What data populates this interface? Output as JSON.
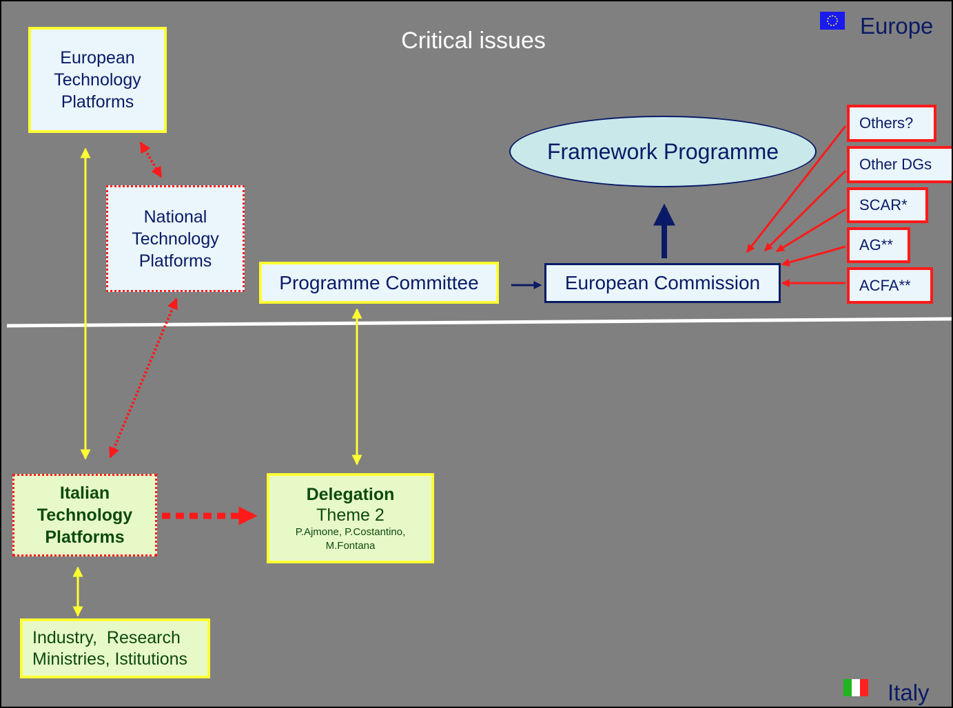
{
  "title": "Critical issues",
  "regions": {
    "europe": "Europe",
    "italy": "Italy"
  },
  "boxes": {
    "etp": "European Technology Platforms",
    "ntp": "National Technology Platforms",
    "framework": "Framework Programme",
    "programme_committee": "Programme Committee",
    "commission": "European Commission",
    "itp": "Italian Technology Platforms",
    "delegation": {
      "title": "Delegation",
      "theme": "Theme 2",
      "members": "P.Ajmone, P.Costantino, M.Fontana"
    },
    "industry": "Industry,  Research Ministries, Istitutions"
  },
  "advisory": [
    "Others?",
    "Other DGs",
    "SCAR*",
    "AG**",
    "ACFA**"
  ],
  "colors": {
    "background": "#808080",
    "yellow": "#ffff33",
    "red": "#ff1a1a",
    "navy": "#0a1a66",
    "divider": "#ffffff"
  },
  "icons": {
    "europe": "eu-flag-icon",
    "italy": "italy-flag-icon"
  }
}
